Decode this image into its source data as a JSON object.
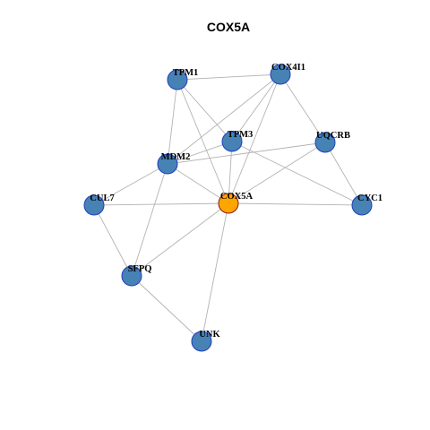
{
  "title": "COX5A",
  "colors": {
    "node_fill": "#4682b4",
    "node_stroke": "#1f3fbf",
    "center_fill": "#ffa500",
    "center_stroke": "#8b1a1a",
    "edge": "#b3b3b3"
  },
  "nodes": [
    {
      "id": "TPM1",
      "label": "TPM1"
    },
    {
      "id": "COX4I1",
      "label": "COX4I1"
    },
    {
      "id": "TPM3",
      "label": "TPM3"
    },
    {
      "id": "UQCRB",
      "label": "UQCRB"
    },
    {
      "id": "MDM2",
      "label": "MDM2"
    },
    {
      "id": "CUL7",
      "label": "CUL7"
    },
    {
      "id": "COX5A",
      "label": "COX5A",
      "center": true
    },
    {
      "id": "CYC1",
      "label": "CYC1"
    },
    {
      "id": "SFPQ",
      "label": "SFPQ"
    },
    {
      "id": "UNK",
      "label": "UNK"
    }
  ],
  "edges": [
    [
      "TPM1",
      "COX4I1"
    ],
    [
      "TPM1",
      "TPM3"
    ],
    [
      "TPM1",
      "MDM2"
    ],
    [
      "TPM1",
      "COX5A"
    ],
    [
      "COX4I1",
      "TPM3"
    ],
    [
      "COX4I1",
      "MDM2"
    ],
    [
      "COX4I1",
      "COX5A"
    ],
    [
      "COX4I1",
      "UQCRB"
    ],
    [
      "TPM3",
      "MDM2"
    ],
    [
      "TPM3",
      "COX5A"
    ],
    [
      "TPM3",
      "CYC1"
    ],
    [
      "UQCRB",
      "MDM2"
    ],
    [
      "UQCRB",
      "COX5A"
    ],
    [
      "UQCRB",
      "CYC1"
    ],
    [
      "MDM2",
      "CUL7"
    ],
    [
      "MDM2",
      "COX5A"
    ],
    [
      "MDM2",
      "SFPQ"
    ],
    [
      "CUL7",
      "COX5A"
    ],
    [
      "CUL7",
      "SFPQ"
    ],
    [
      "COX5A",
      "CYC1"
    ],
    [
      "COX5A",
      "SFPQ"
    ],
    [
      "COX5A",
      "UNK"
    ],
    [
      "SFPQ",
      "UNK"
    ]
  ]
}
